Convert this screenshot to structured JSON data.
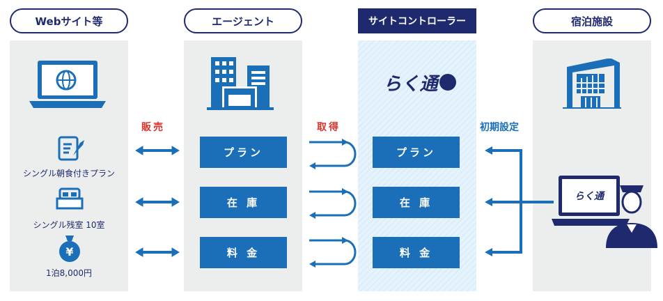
{
  "columns": {
    "web": {
      "title": "Webサイト等"
    },
    "agent": {
      "title": "エージェント"
    },
    "site_controller": {
      "title": "サイトコントローラー",
      "logo_text": "らく通"
    },
    "hotel": {
      "title": "宿泊施設"
    }
  },
  "web_items": [
    {
      "icon": "plan-document-icon",
      "label": "シングル朝食付きプラン"
    },
    {
      "icon": "bed-icon",
      "label": "シングル残室 10室"
    },
    {
      "icon": "yen-bag-icon",
      "label": "1泊8,000円"
    }
  ],
  "flow_labels": {
    "sell": "販売",
    "acquire": "取得",
    "initial_setup": "初期設定"
  },
  "agent_boxes": [
    "プラン",
    "在 庫",
    "料 金"
  ],
  "sc_boxes": [
    "プラン",
    "在 庫",
    "料 金"
  ],
  "colors": {
    "navy": "#1f2a6e",
    "blue": "#1a6fb8",
    "red": "#d9342b",
    "panel": "#eceeee"
  }
}
